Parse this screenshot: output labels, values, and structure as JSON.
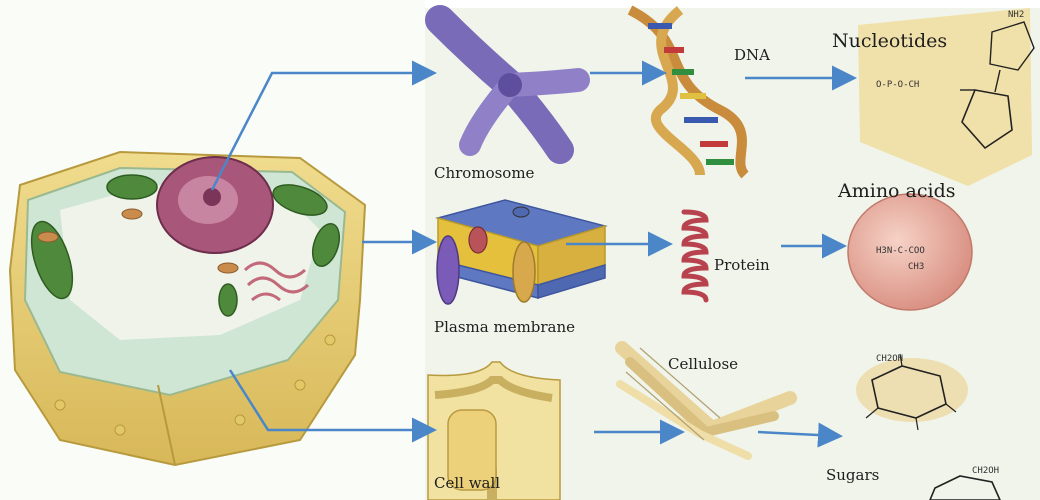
{
  "labels": {
    "chromosome": "Chromosome",
    "dna": "DNA",
    "nucleotides": "Nucleotides",
    "plasma_membrane": "Plasma membrane",
    "protein": "Protein",
    "amino_acids": "Amino acids",
    "cellulose": "Cellulose",
    "cell_wall": "Cell wall",
    "sugars": "Sugars"
  },
  "chem": {
    "phosphate": "O-P-O-CH",
    "amino": "H3N-C-COO",
    "amino_side": "CH3",
    "sugar_top": "CH2OH",
    "sugar_bottom": "CH2OH",
    "nh": "NH2"
  },
  "colors": {
    "arrow": "#4a86c8",
    "cell_wall": "#e8cf72",
    "chloroplast": "#4f8a3c",
    "nucleus": "#a8577a",
    "membrane_top": "#5f78c2",
    "protein": "#b8434f",
    "amino_sphere": "#e4a89a",
    "panel": "#f0f4ea"
  }
}
